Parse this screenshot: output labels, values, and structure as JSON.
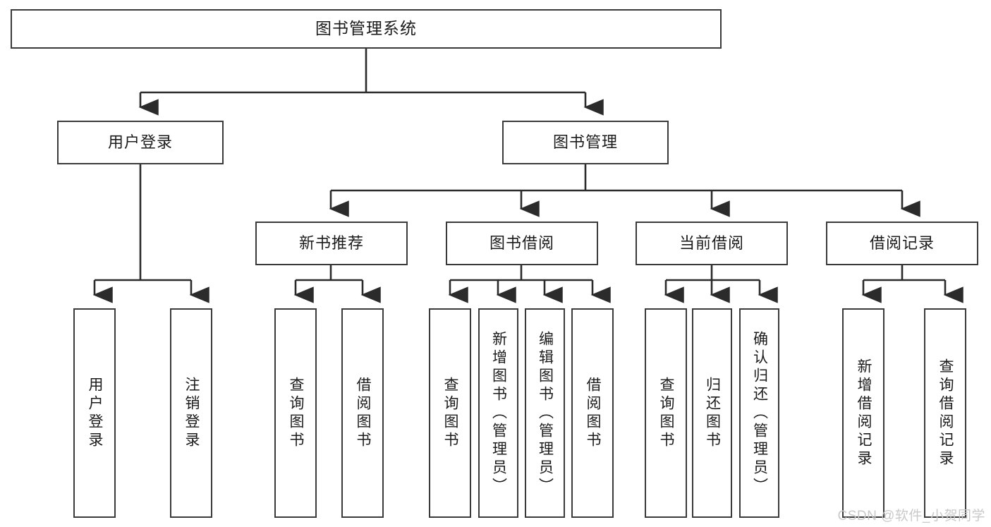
{
  "diagram": {
    "title_node": "图书管理系统",
    "watermark": "CSDN @软件_小贺同学",
    "colors": {
      "background": "#ffffff",
      "box_border": "#3a3a3a",
      "box_fill": "#ffffff",
      "connector": "#2b2b2b",
      "text": "#1b1b1b",
      "watermark": "#c9c9c9"
    },
    "level1": [
      {
        "label": "用户登录"
      },
      {
        "label": "图书管理"
      }
    ],
    "level2": [
      {
        "label": "新书推荐"
      },
      {
        "label": "图书借阅"
      },
      {
        "label": "当前借阅"
      },
      {
        "label": "借阅记录"
      }
    ],
    "leaves": {
      "user_login": [
        {
          "label": "用户登录"
        },
        {
          "label": "注销登录"
        }
      ],
      "new_book_recommend": [
        {
          "label": "查询图书"
        },
        {
          "label": "借阅图书"
        }
      ],
      "book_borrow": [
        {
          "label": "查询图书"
        },
        {
          "label": "新增图书（管理员）"
        },
        {
          "label": "编辑图书（管理员）"
        },
        {
          "label": "借阅图书"
        }
      ],
      "current_borrow": [
        {
          "label": "查询图书"
        },
        {
          "label": "归还图书"
        },
        {
          "label": "确认归还（管理员）"
        }
      ],
      "borrow_record": [
        {
          "label": "新增借阅记录"
        },
        {
          "label": "查询借阅记录"
        }
      ]
    }
  }
}
